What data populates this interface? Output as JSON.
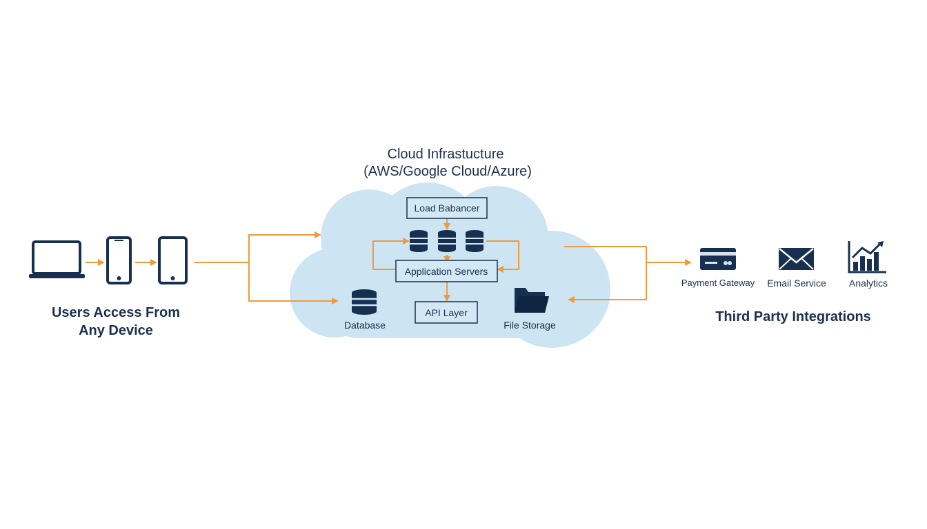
{
  "cloud": {
    "title_line1": "Cloud Infrastucture",
    "title_line2": "(AWS/Google Cloud/Azure)",
    "load_balancer": "Load Babancer",
    "app_servers": "Application Servers",
    "api_layer": "API Layer",
    "database": "Database",
    "file_storage": "File Storage"
  },
  "users": {
    "label_line1": "Users Access From",
    "label_line2": "Any Device",
    "devices": [
      "laptop-icon",
      "phone-icon",
      "tablet-icon"
    ]
  },
  "third_party": {
    "title": "Third Party Integrations",
    "items": [
      {
        "icon": "credit-card-icon",
        "label": "Payment Gateway"
      },
      {
        "icon": "envelope-icon",
        "label": "Email Service"
      },
      {
        "icon": "bar-chart-icon",
        "label": "Analytics"
      }
    ]
  },
  "colors": {
    "arrow": "#ef9a3c",
    "icon": "#18304f",
    "cloud_fill": "#cde4f2",
    "text": "#1b2f4e"
  }
}
